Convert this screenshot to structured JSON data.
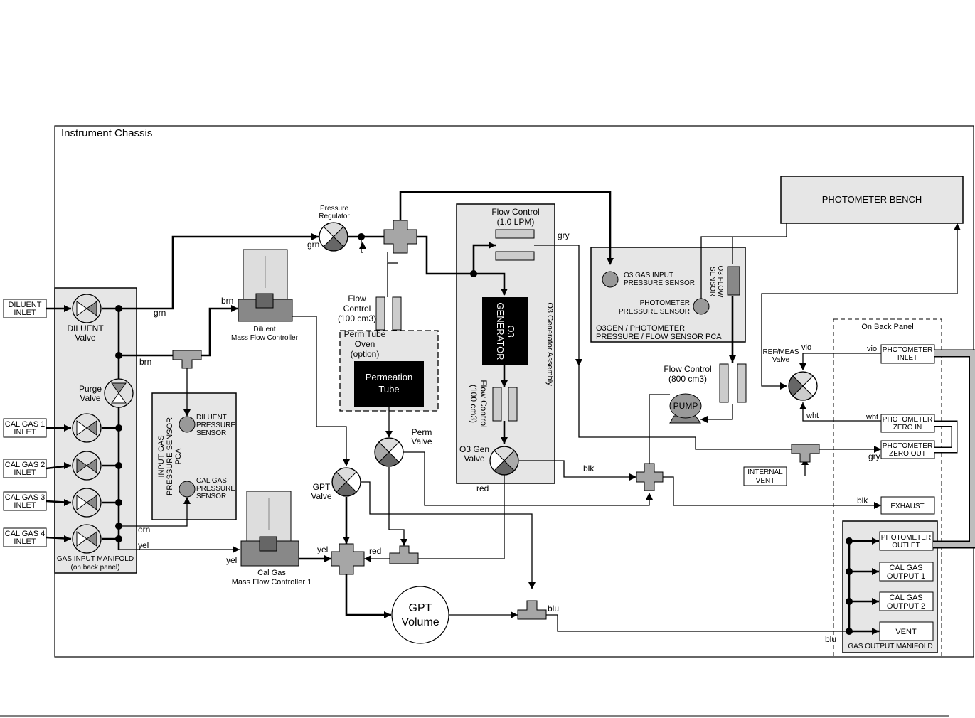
{
  "chassis": {
    "title": "Instrument Chassis"
  },
  "panels": {
    "photometer_bench": "PHOTOMETER BENCH",
    "on_back_panel": "On Back Panel",
    "o3_generator_assembly": "O3 Generator Assembly",
    "gas_input_manifold": [
      "GAS INPUT MANIFOLD",
      "(on back panel)"
    ],
    "gas_output_manifold": "GAS OUTPUT MANIFOLD",
    "input_gas_sensor_pca": [
      "INPUT GAS",
      "PRESSURE SENSOR",
      "PCA"
    ],
    "sensor_pca": [
      "O3GEN / PHOTOMETER",
      "PRESSURE / FLOW SENSOR PCA"
    ]
  },
  "inlets": [
    [
      "DILUENT",
      "INLET"
    ],
    [
      "CAL GAS 1",
      "INLET"
    ],
    [
      "CAL GAS 2",
      "INLET"
    ],
    [
      "CAL GAS 3",
      "INLET"
    ],
    [
      "CAL GAS 4",
      "INLET"
    ]
  ],
  "ports": {
    "photometer_inlet": [
      "PHOTOMETER",
      "INLET"
    ],
    "photometer_zero_in": [
      "PHOTOMETER",
      "ZERO IN"
    ],
    "photometer_zero_out": [
      "PHOTOMETER",
      "ZERO OUT"
    ],
    "exhaust": "EXHAUST",
    "photometer_outlet": [
      "PHOTOMETER",
      "OUTLET"
    ],
    "cal_gas_output_1": [
      "CAL GAS",
      "OUTPUT 1"
    ],
    "cal_gas_output_2": [
      "CAL GAS",
      "OUTPUT 2"
    ],
    "vent": "VENT",
    "internal_vent": [
      "INTERNAL",
      "VENT"
    ]
  },
  "components": {
    "diluent_valve": [
      "DILUENT",
      "Valve"
    ],
    "purge_valve": [
      "Purge",
      "Valve"
    ],
    "pressure_regulator": [
      "Pressure",
      "Regulator"
    ],
    "diluent_mfc": [
      "Diluent",
      "Mass Flow Controller"
    ],
    "cal_gas_mfc": [
      "Cal Gas",
      "Mass Flow Controller 1"
    ],
    "flow_control_100": [
      "Flow",
      "Control",
      "(100 cm3)"
    ],
    "perm_tube_oven": [
      "Perm Tube",
      "Oven",
      "(option)"
    ],
    "permeation_tube": [
      "Permeation",
      "Tube"
    ],
    "perm_valve": [
      "Perm",
      "Valve"
    ],
    "gpt_valve": [
      "GPT",
      "Valve"
    ],
    "gpt_volume": [
      "GPT",
      "Volume"
    ],
    "flow_control_1lpm": [
      "Flow Control",
      "(1.0 LPM)"
    ],
    "o3_generator": [
      "O3",
      "GENERATOR"
    ],
    "flow_control_o3gen": [
      "Flow Control",
      "(100 cm3)"
    ],
    "o3_gen_valve": [
      "O3 Gen",
      "Valve"
    ],
    "flow_control_800": [
      "Flow Control",
      "(800 cm3)"
    ],
    "pump": "PUMP",
    "ref_meas_valve": [
      "REF/MEAS",
      "Valve"
    ],
    "o3_flow_sensor": [
      "O3 FLOW",
      "SENSOR"
    ],
    "o3_gas_input_sensor": [
      "O3 GAS INPUT",
      "PRESSURE SENSOR"
    ],
    "photometer_pressure_sensor": [
      "PHOTOMETER",
      "PRESSURE SENSOR"
    ],
    "diluent_pressure_sensor": [
      "DILUENT",
      "PRESSURE",
      "SENSOR"
    ],
    "cal_gas_pressure_sensor": [
      "CAL GAS",
      "PRESSURE",
      "SENSOR"
    ]
  },
  "tube_colors": {
    "grn": "grn",
    "brn": "brn",
    "orn": "orn",
    "yel": "yel",
    "red": "red",
    "gry": "gry",
    "blk": "blk",
    "vio": "vio",
    "wht": "wht",
    "blu": "blu"
  }
}
